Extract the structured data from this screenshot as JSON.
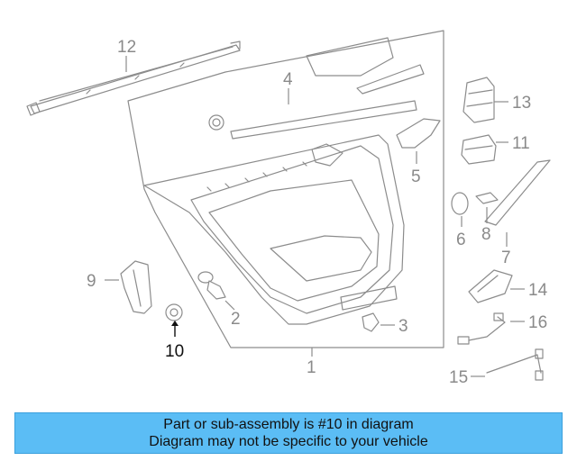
{
  "callouts": {
    "c1": "1",
    "c2": "2",
    "c3": "3",
    "c4": "4",
    "c5": "5",
    "c6": "6",
    "c7": "7",
    "c8": "8",
    "c9": "9",
    "c10": "10",
    "c11": "11",
    "c12": "12",
    "c13": "13",
    "c14": "14",
    "c15": "15",
    "c16": "16"
  },
  "highlighted_part": "10",
  "colors": {
    "banner": "#5bbdf5",
    "line_art": "#8c8c8c",
    "highlight": "#111111"
  },
  "banner": {
    "line1": "Part or sub-assembly is #10 in diagram",
    "line2": "Diagram may not be specific to your vehicle"
  }
}
